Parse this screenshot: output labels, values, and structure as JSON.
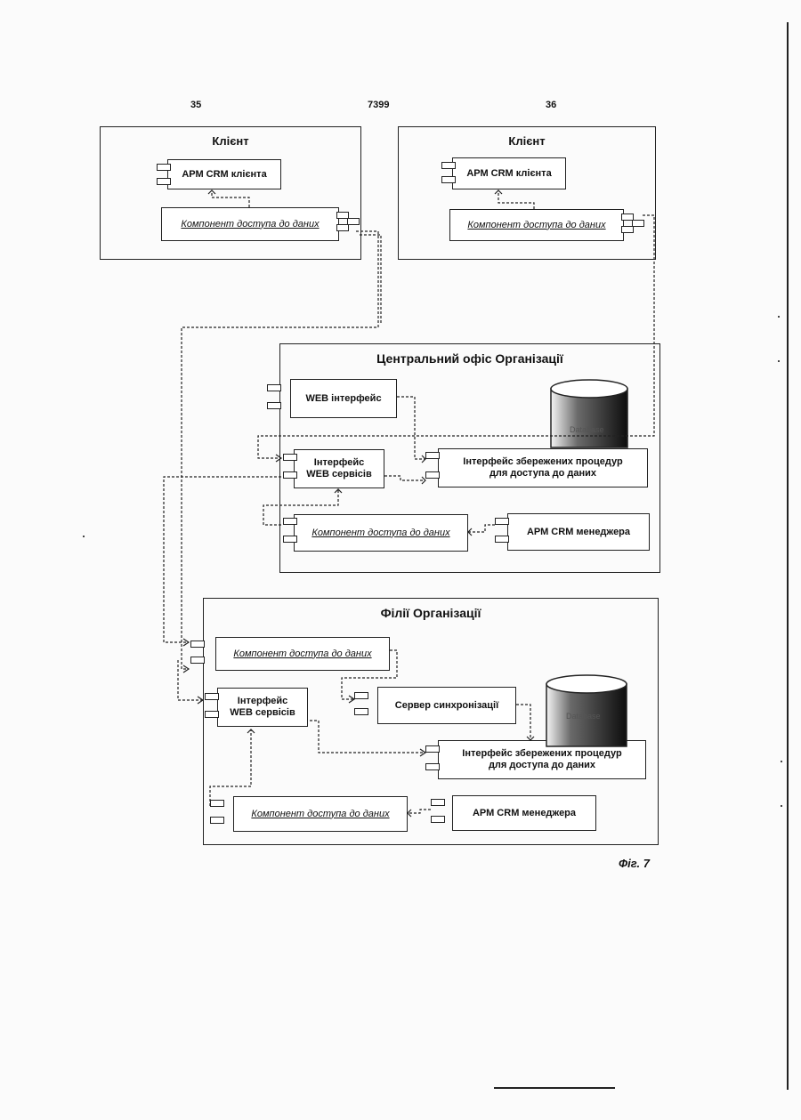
{
  "labels": {
    "left_ref": "35",
    "center_ref": "7399",
    "right_ref": "36"
  },
  "client_left": {
    "title": "Клієнт",
    "arm": "АРМ CRM клієнта",
    "data_access": "Компонент доступа до даних"
  },
  "client_right": {
    "title": "Клієнт",
    "arm": "АРМ CRM  клієнта",
    "data_access": "Компонент доступа до даних"
  },
  "central_office": {
    "title": "Центральний офіс Організації",
    "web_interface": "WEB інтерфейс",
    "web_services_line1": "Інтерфейс",
    "web_services_line2": "WEB сервісів",
    "stored_proc_line1": "Інтерфейс збережених процедур",
    "stored_proc_line2": "для доступа до даних",
    "data_access": "Компонент доступа до даних",
    "arm_manager": "АРМ CRM  менеджера",
    "db_label": "Database"
  },
  "branch": {
    "title": "Філії Організації",
    "data_access_top": "Компонент доступа до даних",
    "web_services_line1": "Інтерфейс",
    "web_services_line2": "WEB сервісів",
    "sync_server": "Сервер синхронізації",
    "stored_proc_line1": "Інтерфейс збережених процедур",
    "stored_proc_line2": "для доступа до даних",
    "data_access_bottom": "Компонент доступа до даних",
    "arm_manager": "АРМ CRM  менеджера",
    "db_label": "Database"
  },
  "figure_label": "Фіг. 7",
  "colors": {
    "line": "#222222",
    "db_dark": "#1a1a1a"
  }
}
